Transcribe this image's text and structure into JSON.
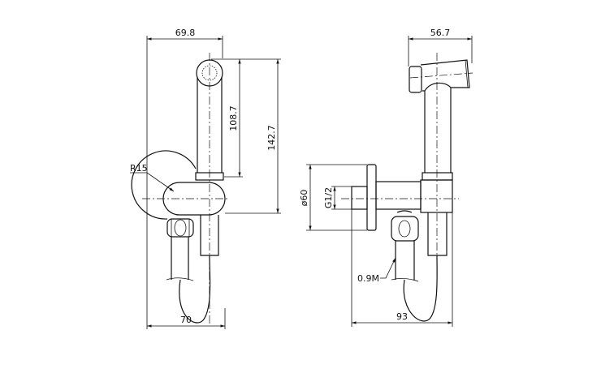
{
  "drawing": {
    "front_view": {
      "width_top": "69.8",
      "width_bottom": "70",
      "head_height": "108.7",
      "total_height": "142.7",
      "radius": "R15"
    },
    "side_view": {
      "head_length": "56.7",
      "plate_diameter": "ø60",
      "thread": "G1/2",
      "hose_length": "0.9M",
      "depth": "93"
    }
  }
}
